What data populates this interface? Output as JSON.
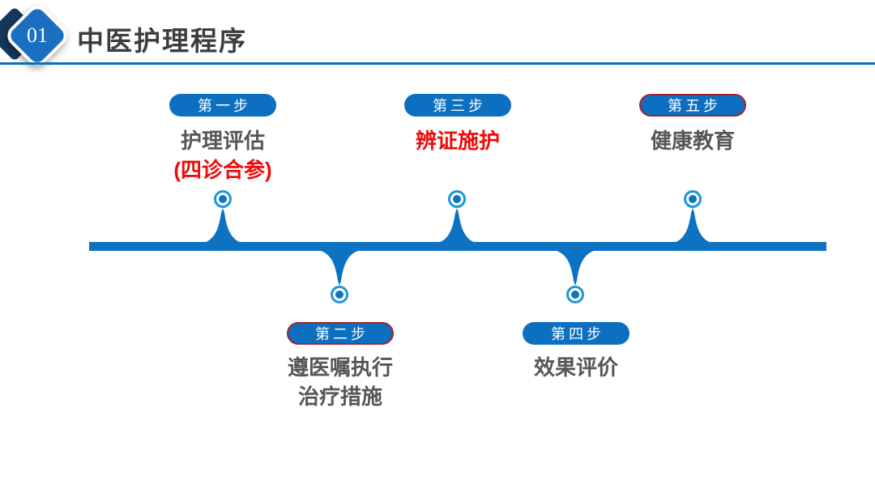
{
  "slide": {
    "section_number": "01",
    "title": "中医护理程序"
  },
  "colors": {
    "accent_blue": "#0d72c2",
    "diamond_blue": "#1a6fc1",
    "dark_navy": "#17375e",
    "highlight_red": "#ee0b0b",
    "badge_ring_red": "#a8212f",
    "gray_text": "#565656",
    "marker_ring_blue": "#1e96dc"
  },
  "timeline": {
    "steps": [
      {
        "badge": "第一步",
        "line1": "护理评估",
        "line2": "(四诊合参)",
        "position": "above"
      },
      {
        "badge": "第二步",
        "line1": "遵医嘱执行",
        "line2": "治疗措施",
        "position": "below"
      },
      {
        "badge": "第三步",
        "line1": "辨证施护",
        "line2": "",
        "position": "above"
      },
      {
        "badge": "第四步",
        "line1": "效果评价",
        "line2": "",
        "position": "below"
      },
      {
        "badge": "第五步",
        "line1": "健康教育",
        "line2": "",
        "position": "above"
      }
    ]
  }
}
